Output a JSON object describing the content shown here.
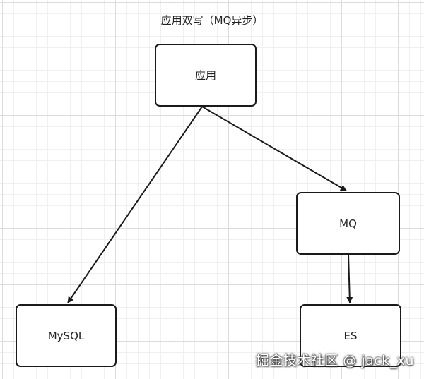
{
  "diagram": {
    "title": "应用双写（MQ异步）",
    "nodes": {
      "app": "应用",
      "mq": "MQ",
      "mysql": "MySQL",
      "es": "ES"
    },
    "edges": [
      {
        "from": "应用",
        "to": "MySQL"
      },
      {
        "from": "应用",
        "to": "MQ"
      },
      {
        "from": "MQ",
        "to": "ES"
      }
    ]
  },
  "watermark": "掘金技术社区 @ jack_xu"
}
